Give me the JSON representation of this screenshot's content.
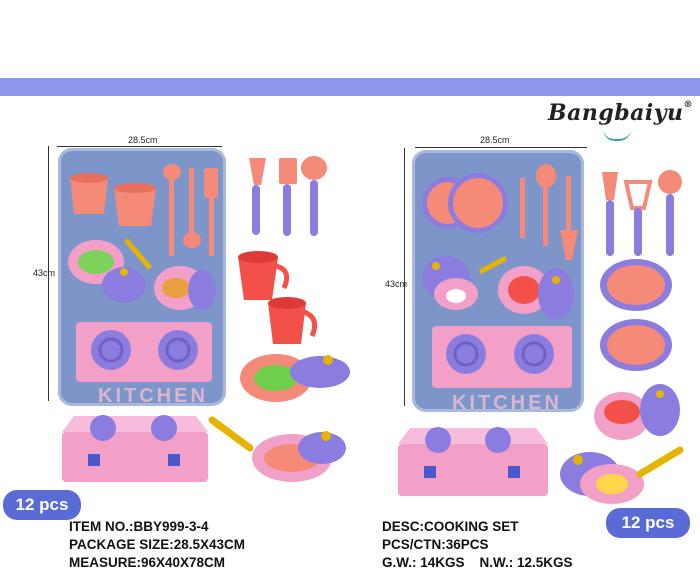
{
  "brand": {
    "name": "Bangbaiyu",
    "mark": "®"
  },
  "left_card": {
    "width_label": "28.5cm",
    "height_label": "43cm",
    "stove_text": "KITCHEN"
  },
  "right_card": {
    "width_label": "28.5cm",
    "height_label": "43cm",
    "stove_text": "KITCHEN"
  },
  "badges": {
    "left": "12 pcs",
    "right": "12 pcs"
  },
  "info_left": {
    "item": "ITEM NO.:BBY999-3-4",
    "package": "PACKAGE SIZE:28.5X43CM",
    "measure": "MEASURE:96X40X78CM"
  },
  "info_right": {
    "desc": "DESC:COOKING SET",
    "pcs": "PCS/CTN:36PCS",
    "weight": "G.W.: 14KGS    N.W.: 12.5KGS"
  },
  "colors": {
    "band": "#8f96ee",
    "card": "#7e95c9",
    "coral": "#f58a78",
    "pink": "#f2a0c8",
    "purple": "#8b7de0",
    "badge": "#5a6bd8"
  }
}
